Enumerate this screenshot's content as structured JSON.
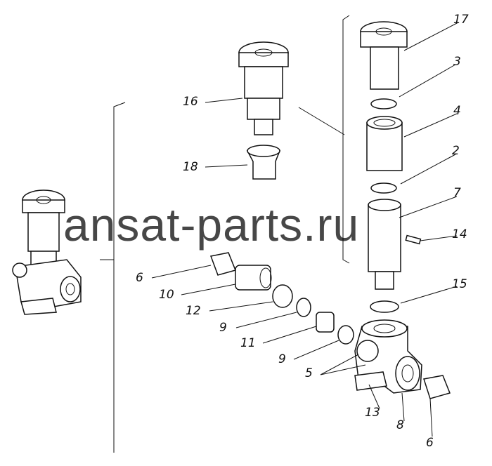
{
  "watermark": "ansat-parts.ru",
  "callouts": [
    {
      "id": "17",
      "text": "17"
    },
    {
      "id": "3",
      "text": "3"
    },
    {
      "id": "4",
      "text": "4"
    },
    {
      "id": "2",
      "text": "2"
    },
    {
      "id": "7",
      "text": "7"
    },
    {
      "id": "14",
      "text": "14"
    },
    {
      "id": "15",
      "text": "15"
    },
    {
      "id": "16",
      "text": "16"
    },
    {
      "id": "18",
      "text": "18"
    },
    {
      "id": "6a",
      "text": "6"
    },
    {
      "id": "10",
      "text": "10"
    },
    {
      "id": "12",
      "text": "12"
    },
    {
      "id": "9a",
      "text": "9"
    },
    {
      "id": "11",
      "text": "11"
    },
    {
      "id": "9b",
      "text": "9"
    },
    {
      "id": "5",
      "text": "5"
    },
    {
      "id": "13",
      "text": "13"
    },
    {
      "id": "8",
      "text": "8"
    },
    {
      "id": "6b",
      "text": "6"
    }
  ]
}
